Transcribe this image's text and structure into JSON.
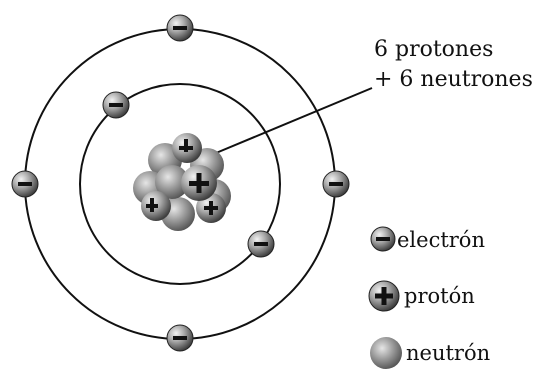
{
  "diagram": {
    "nucleus_label": {
      "line1": "6 protones",
      "line2": "+ 6 neutrones"
    },
    "legend": {
      "electron": "electrón",
      "proton": "protón",
      "neutron": "neutrón"
    },
    "particle_signs": {
      "electron": "–",
      "proton": "+"
    },
    "counts": {
      "protons": 6,
      "neutrons": 6,
      "electrons": 6,
      "orbits": 2
    },
    "colors": {
      "orbit": "#111111",
      "particle_light": "#f0f0f0",
      "particle_dark": "#4a4a4a",
      "text": "#111111"
    }
  }
}
